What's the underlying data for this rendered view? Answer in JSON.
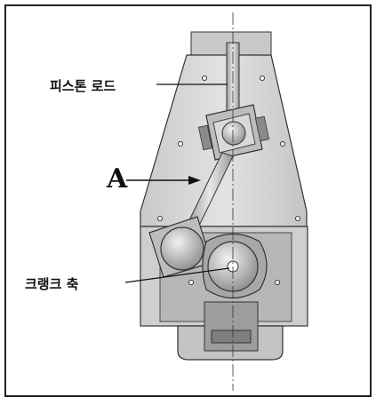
{
  "labels": {
    "piston_rod": "피스톤 로드",
    "part_a": "A",
    "crankshaft": "크랭크 축"
  },
  "colors": {
    "frame_border": "#222222",
    "casing_light": "#d6d6d6",
    "casing_mid": "#bdbdbd",
    "casing_dark": "#9a9a9a",
    "metal_shade": "#8a8a8a",
    "outline": "#2a2a2a",
    "background": "#ffffff"
  }
}
